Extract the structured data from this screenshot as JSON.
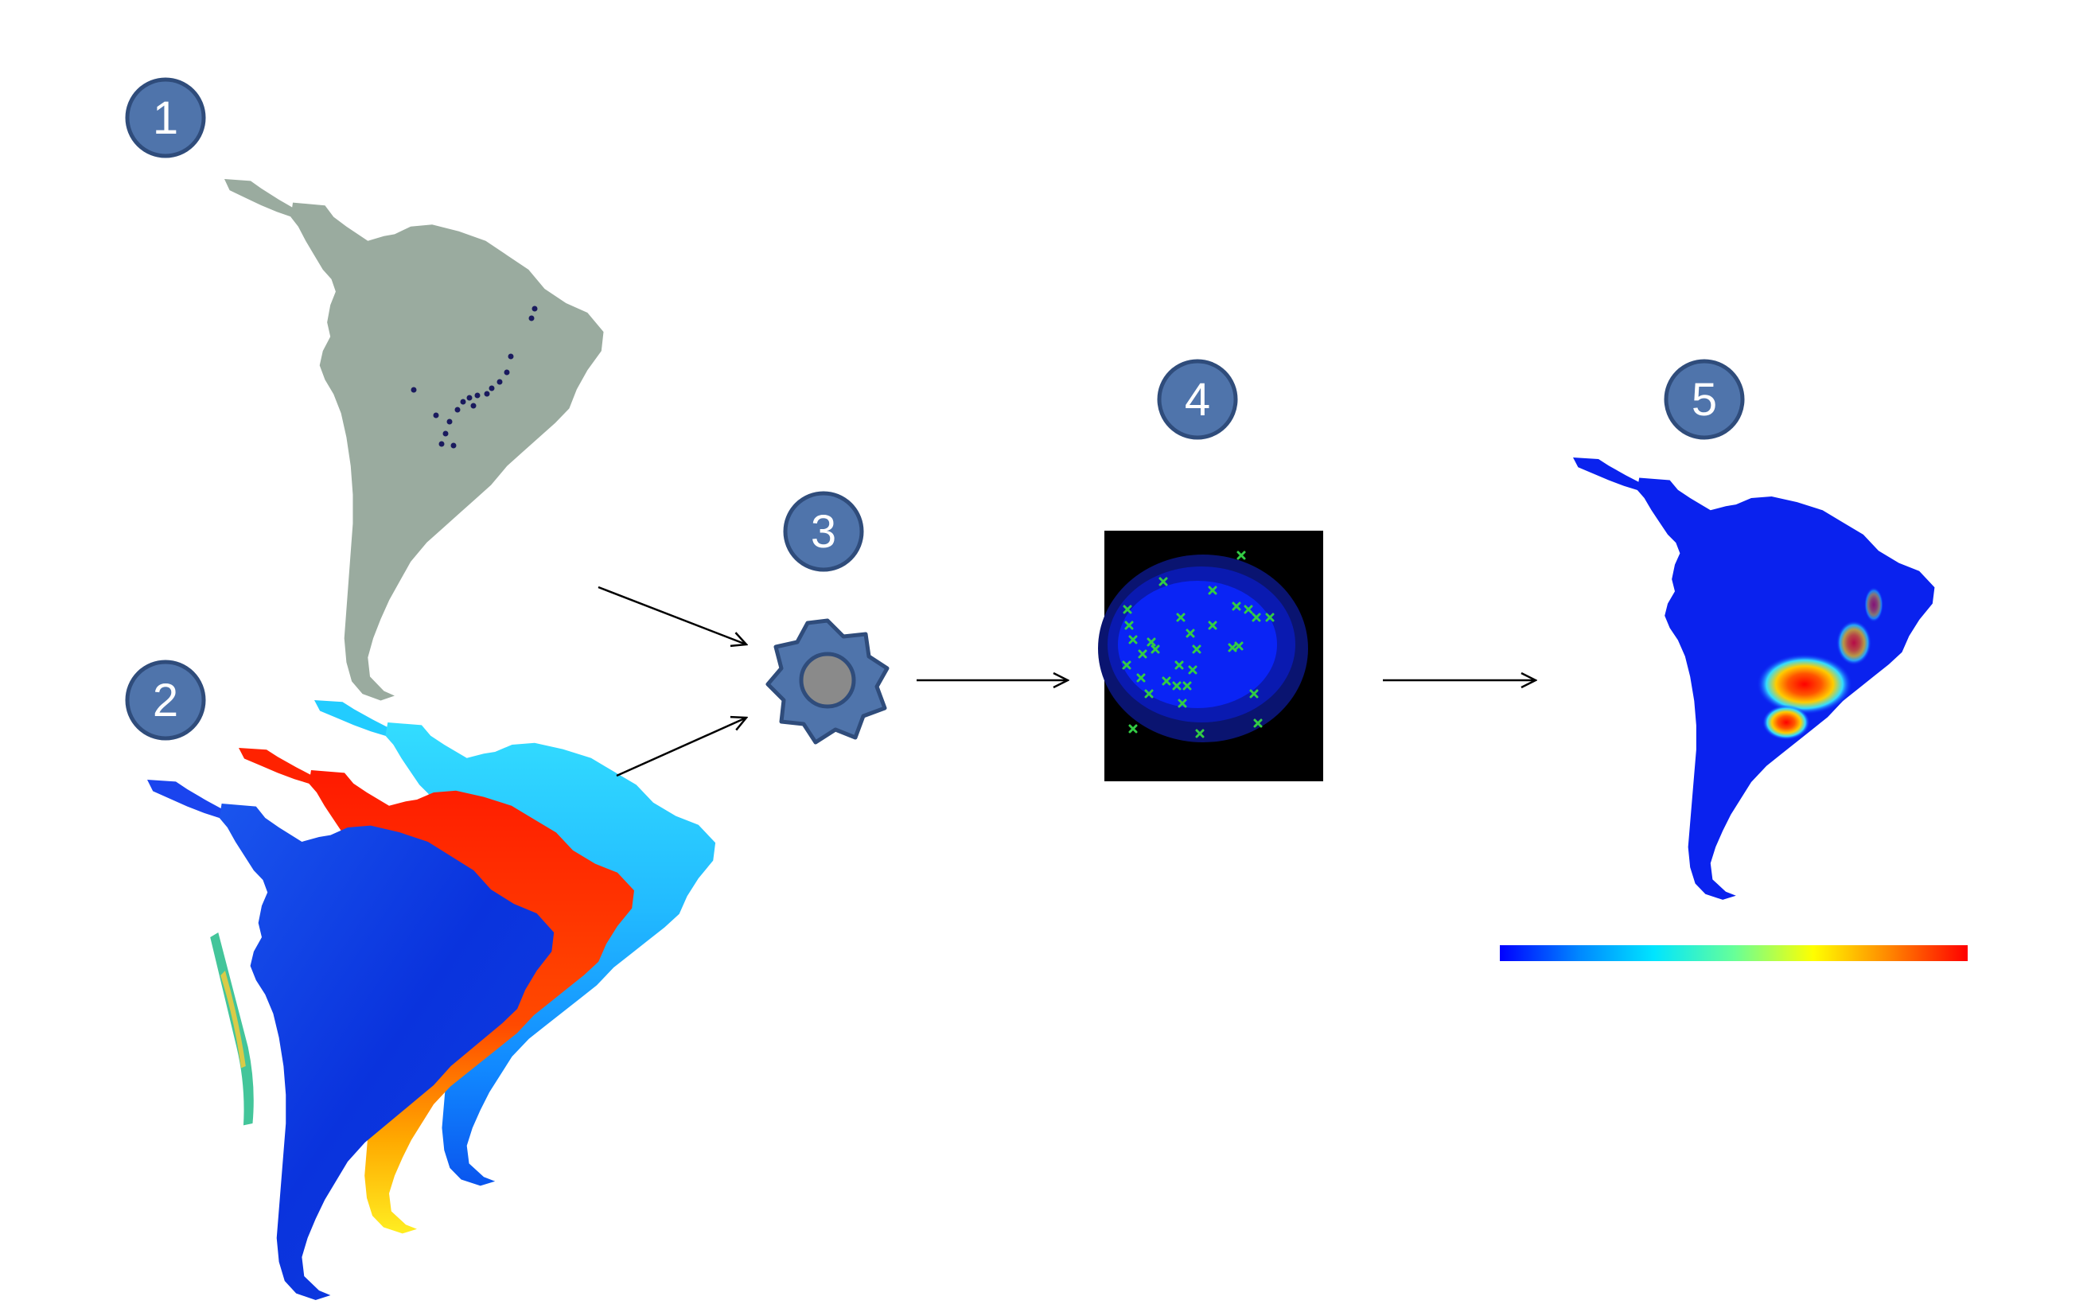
{
  "steps": [
    {
      "number": "1"
    },
    {
      "number": "2"
    },
    {
      "number": "3"
    },
    {
      "number": "4"
    },
    {
      "number": "5"
    }
  ],
  "colors": {
    "badge_fill": "#4f74ab",
    "badge_stroke": "#2f4c7b",
    "badge_text": "#ffffff",
    "continent_gray": "#9aab9f",
    "occurrence_dot": "#1a1a5e",
    "gear_fill": "#4f74ab",
    "gear_center": "#8a8a8a",
    "model_background": "#000000",
    "model_cluster": "#1133ee",
    "model_point": "#33cc44",
    "arrow": "#000000"
  },
  "colorbar_stops": [
    "#0000ff",
    "#0088ff",
    "#00e5ff",
    "#66ff99",
    "#ffff00",
    "#ff8800",
    "#ff0000"
  ],
  "icons": {
    "step3": "gear-icon",
    "arrows": "arrow-right-icon"
  }
}
